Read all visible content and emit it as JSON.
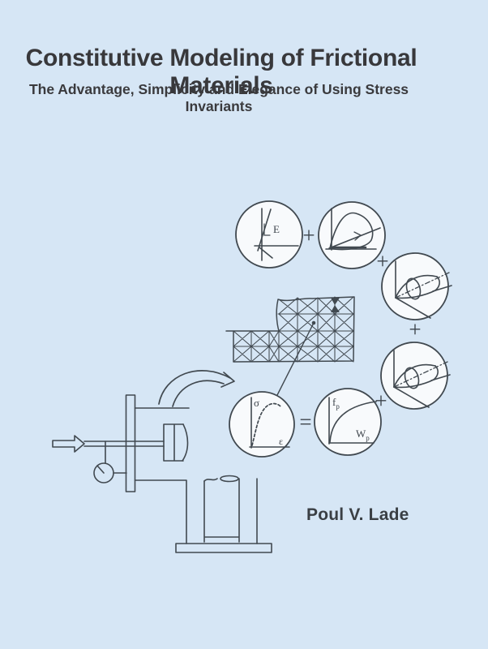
{
  "cover": {
    "title": "Constitutive Modeling of Frictional Materials",
    "subtitle": "The Advantage, Simplicity and Elegance of Using Stress Invariants",
    "author": "Poul V. Lade"
  },
  "colors": {
    "background": "#d6e6f5",
    "ink": "#414950",
    "title_text": "#38383b"
  },
  "operators": {
    "plus": "+",
    "equals": "="
  },
  "labels": {
    "elastic_modulus": "E",
    "stress_axis": "σ",
    "strain_axis": "ε",
    "hardening_function": "f",
    "hardening_function_subscript": "p",
    "plastic_work": "W",
    "plastic_work_subscript": "p"
  }
}
